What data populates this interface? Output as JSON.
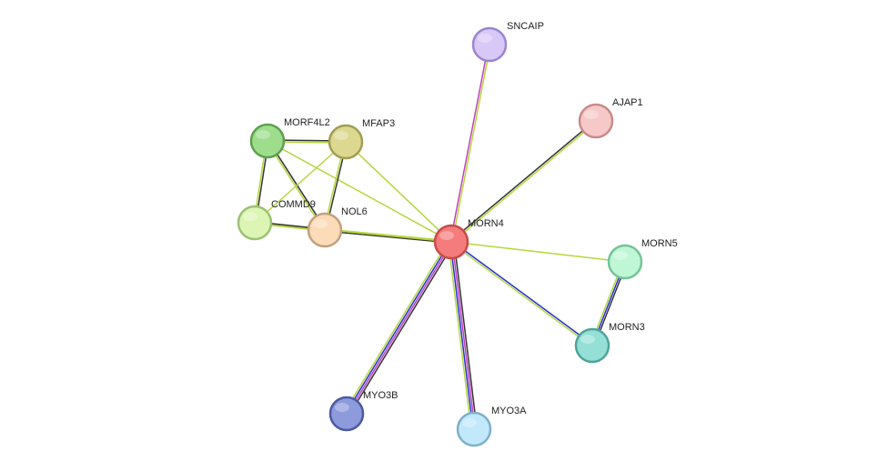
{
  "network": {
    "nodes": [
      {
        "id": "MORN4",
        "label": "MORN4",
        "fill": "#f47c7c",
        "stroke": "#c94a4a",
        "query": true
      },
      {
        "id": "SNCAIP",
        "label": "SNCAIP",
        "fill": "#d8c8f7",
        "stroke": "#9b85d0"
      },
      {
        "id": "AJAP1",
        "label": "AJAP1",
        "fill": "#f7c8c8",
        "stroke": "#c98a8a"
      },
      {
        "id": "MORF4L2",
        "label": "MORF4L2",
        "fill": "#9ddd8c",
        "stroke": "#5ea04f"
      },
      {
        "id": "MFAP3",
        "label": "MFAP3",
        "fill": "#dcd890",
        "stroke": "#a19d55"
      },
      {
        "id": "COMMD9",
        "label": "COMMD9",
        "fill": "#dcf5b4",
        "stroke": "#9cc274"
      },
      {
        "id": "NOL6",
        "label": "NOL6",
        "fill": "#fcdcb8",
        "stroke": "#c4a07c"
      },
      {
        "id": "MORN5",
        "label": "MORN5",
        "fill": "#bff7d6",
        "stroke": "#74c496"
      },
      {
        "id": "MORN3",
        "label": "MORN3",
        "fill": "#95e0d6",
        "stroke": "#4ea398"
      },
      {
        "id": "MYO3B",
        "label": "MYO3B",
        "fill": "#8d9adb",
        "stroke": "#4c5aa0"
      },
      {
        "id": "MYO3A",
        "label": "MYO3A",
        "fill": "#c2e8fb",
        "stroke": "#7eb0cc"
      }
    ],
    "edges": [
      {
        "source": "MORN4",
        "target": "SNCAIP",
        "colors": [
          "#c040c0",
          "#b5d63c"
        ]
      },
      {
        "source": "MORN4",
        "target": "AJAP1",
        "colors": [
          "#333333",
          "#b5d63c"
        ]
      },
      {
        "source": "MORN4",
        "target": "MORN5",
        "colors": [
          "#b5d63c"
        ]
      },
      {
        "source": "MORN4",
        "target": "MORN3",
        "colors": [
          "#2233cc",
          "#b5d63c"
        ]
      },
      {
        "source": "MORN4",
        "target": "MYO3B",
        "colors": [
          "#333333",
          "#c040c0",
          "#2233cc",
          "#b5d63c"
        ]
      },
      {
        "source": "MORN4",
        "target": "MYO3A",
        "colors": [
          "#333333",
          "#c040c0",
          "#2233cc",
          "#b5d63c"
        ]
      },
      {
        "source": "MORN4",
        "target": "NOL6",
        "colors": [
          "#333333",
          "#b5d63c"
        ]
      },
      {
        "source": "MORN4",
        "target": "COMMD9",
        "colors": [
          "#b5d63c"
        ]
      },
      {
        "source": "MORN4",
        "target": "MORF4L2",
        "colors": [
          "#b5d63c"
        ]
      },
      {
        "source": "MORN4",
        "target": "MFAP3",
        "colors": [
          "#b5d63c"
        ]
      },
      {
        "source": "MORN5",
        "target": "MORN3",
        "colors": [
          "#333333",
          "#2233cc",
          "#b5d63c"
        ]
      },
      {
        "source": "MORF4L2",
        "target": "MFAP3",
        "colors": [
          "#333333",
          "#b5d63c"
        ]
      },
      {
        "source": "MORF4L2",
        "target": "COMMD9",
        "colors": [
          "#333333",
          "#b5d63c"
        ]
      },
      {
        "source": "MORF4L2",
        "target": "NOL6",
        "colors": [
          "#333333",
          "#b5d63c"
        ]
      },
      {
        "source": "MFAP3",
        "target": "NOL6",
        "colors": [
          "#333333",
          "#b5d63c"
        ]
      },
      {
        "source": "MFAP3",
        "target": "COMMD9",
        "colors": [
          "#b5d63c"
        ]
      },
      {
        "source": "COMMD9",
        "target": "NOL6",
        "colors": [
          "#333333",
          "#b5d63c"
        ]
      }
    ]
  }
}
